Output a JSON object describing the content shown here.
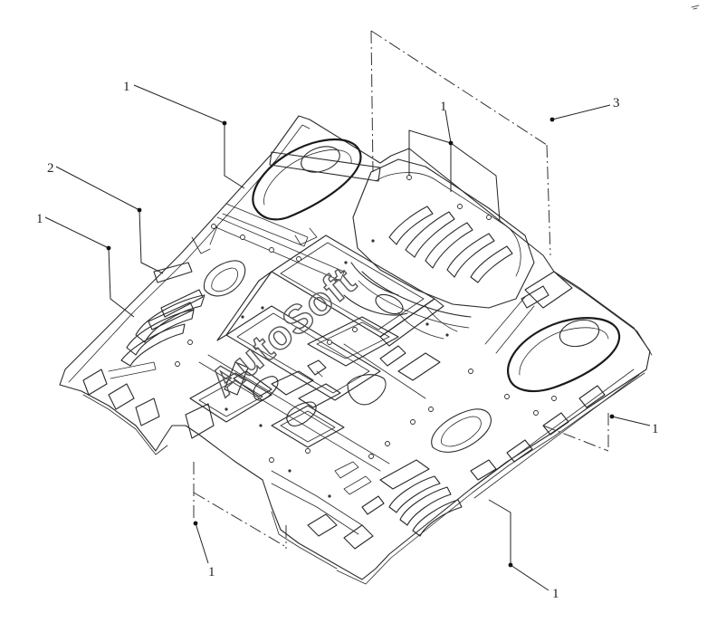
{
  "diagram": {
    "watermark": "AutoSoft",
    "callouts": [
      {
        "id": "c1",
        "label": "1"
      },
      {
        "id": "c2",
        "label": "2"
      },
      {
        "id": "c3",
        "label": "1"
      },
      {
        "id": "c4",
        "label": "1"
      },
      {
        "id": "c5",
        "label": "3"
      },
      {
        "id": "c6",
        "label": "1"
      },
      {
        "id": "c7",
        "label": "1"
      },
      {
        "id": "c8",
        "label": "1"
      }
    ]
  }
}
